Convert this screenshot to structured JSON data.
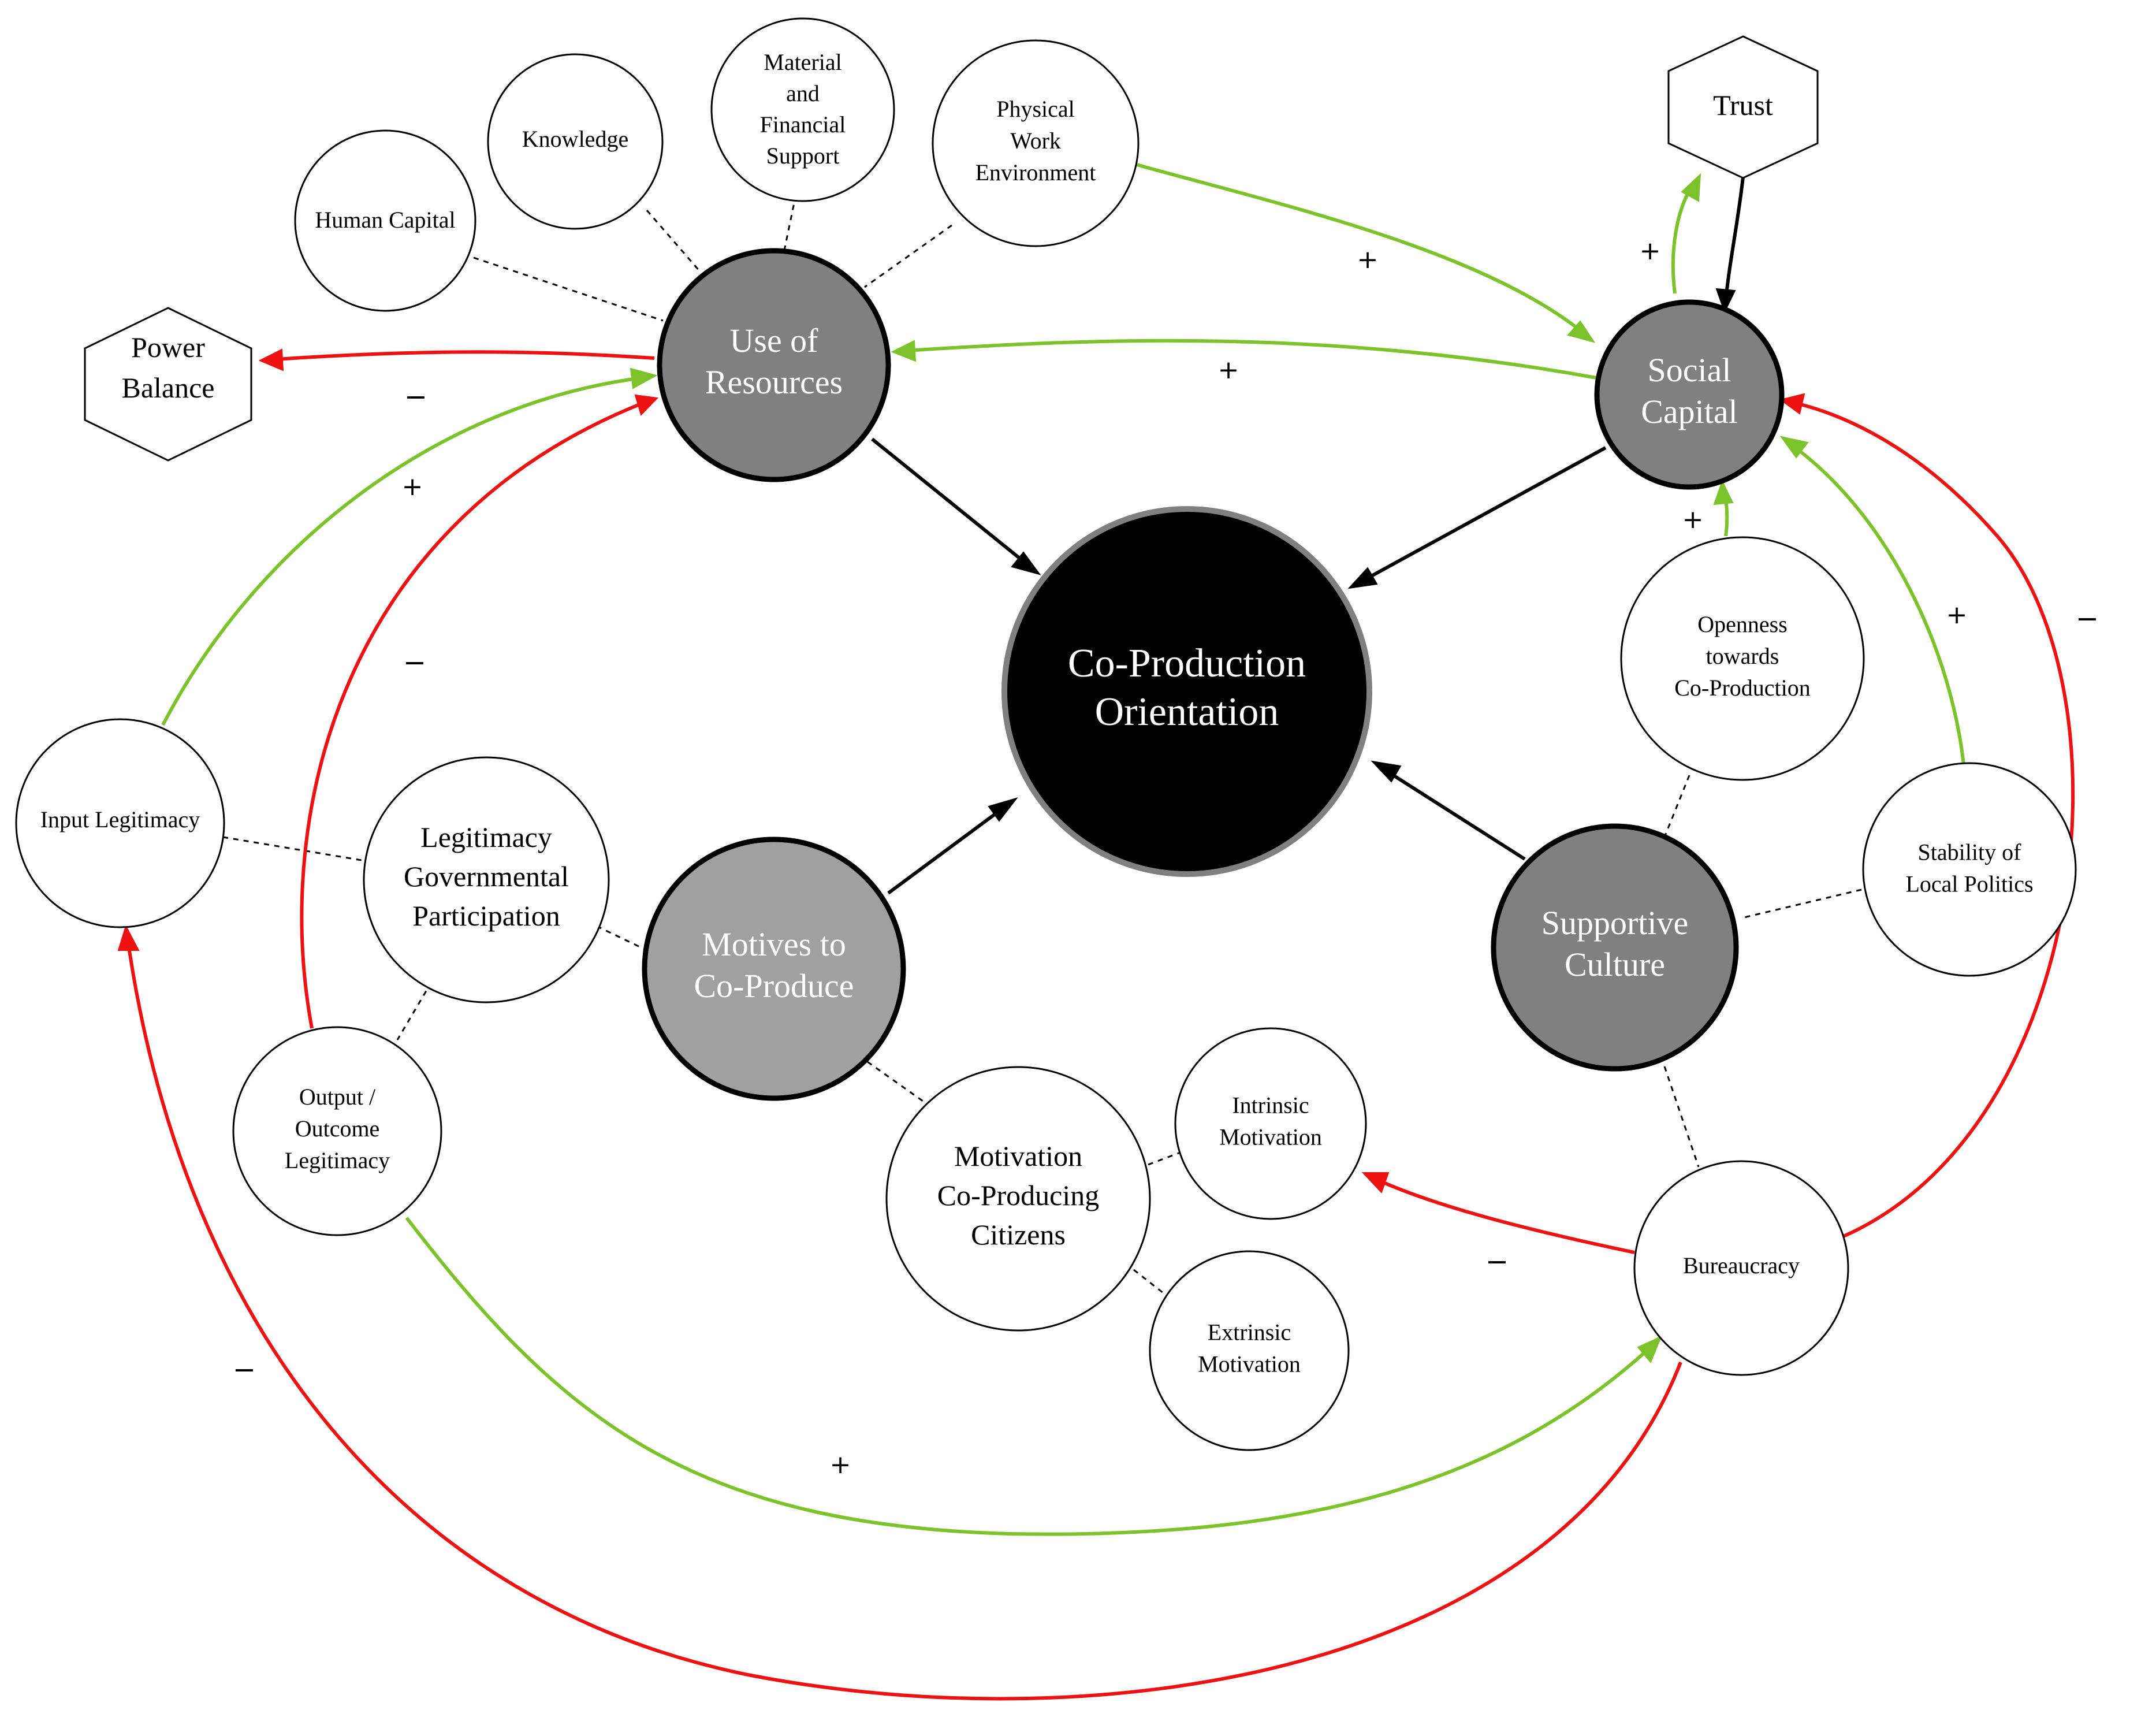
{
  "colors": {
    "positive": "#7cc22b",
    "negative": "#ee1111",
    "neutral": "#000000",
    "center_fill": "#000000",
    "main_fill": "#808080",
    "motives_fill": "#a0a0a0",
    "leaf_fill": "#ffffff"
  },
  "nodes": {
    "center": [
      "Co-Production",
      "Orientation"
    ],
    "use_of_resources": [
      "Use of",
      "Resources"
    ],
    "social_capital": [
      "Social",
      "Capital"
    ],
    "motives": [
      "Motives to",
      "Co-Produce"
    ],
    "supportive_culture": [
      "Supportive",
      "Culture"
    ],
    "human_capital": [
      "Human Capital"
    ],
    "knowledge": [
      "Knowledge"
    ],
    "material_support": [
      "Material",
      "and",
      "Financial",
      "Support"
    ],
    "physical_env": [
      "Physical",
      "Work",
      "Environment"
    ],
    "trust": [
      "Trust"
    ],
    "power_balance": [
      "Power",
      "Balance"
    ],
    "openness": [
      "Openness",
      "towards",
      "Co-Production"
    ],
    "stability": [
      "Stability of",
      "Local Politics"
    ],
    "input_legitimacy": [
      "Input Legitimacy"
    ],
    "legitimacy_gov": [
      "Legitimacy",
      "Governmental",
      "Participation"
    ],
    "output_legitimacy": [
      "Output /",
      "Outcome",
      "Legitimacy"
    ],
    "motivation_citizens": [
      "Motivation",
      "Co-Producing",
      "Citizens"
    ],
    "intrinsic": [
      "Intrinsic",
      "Motivation"
    ],
    "extrinsic": [
      "Extrinsic",
      "Motivation"
    ],
    "bureaucracy": [
      "Bureaucracy"
    ]
  },
  "signs": {
    "plus": "+",
    "minus": "−"
  }
}
